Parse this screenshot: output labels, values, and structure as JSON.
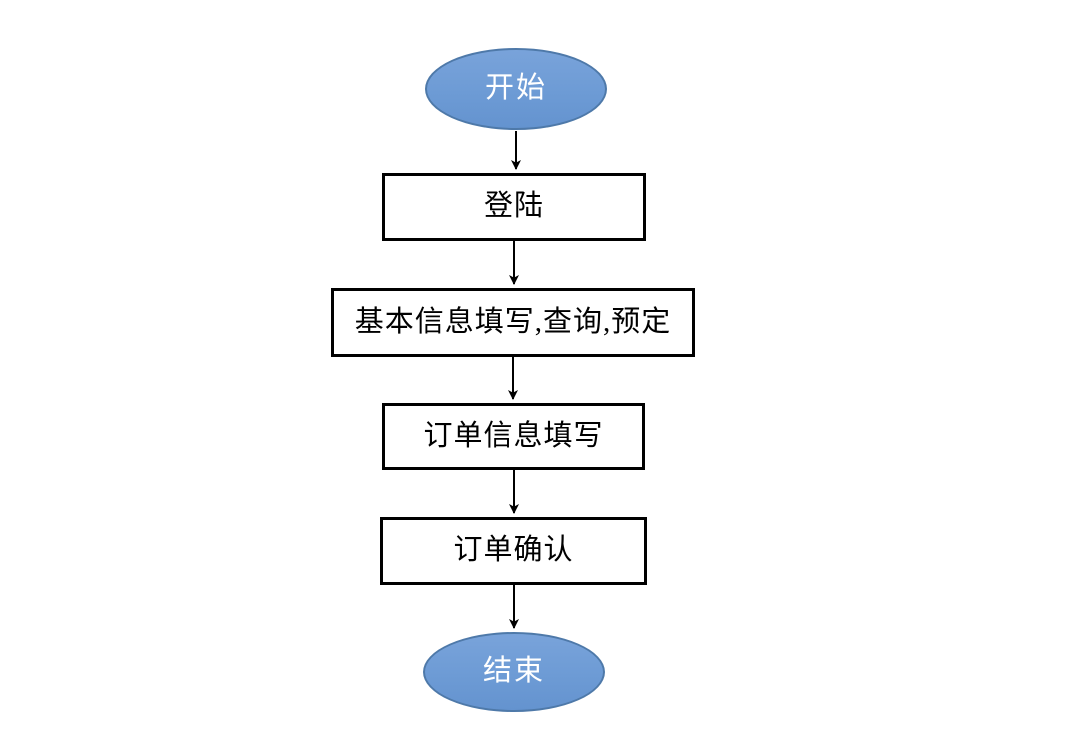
{
  "diagram": {
    "type": "flowchart",
    "direction": "top-down",
    "nodes": [
      {
        "id": "start",
        "shape": "ellipse",
        "label": "开始"
      },
      {
        "id": "login",
        "shape": "rectangle",
        "label": "登陆"
      },
      {
        "id": "basic-info",
        "shape": "rectangle",
        "label": "基本信息填写,查询,预定"
      },
      {
        "id": "order-info",
        "shape": "rectangle",
        "label": "订单信息填写"
      },
      {
        "id": "order-confirm",
        "shape": "rectangle",
        "label": "订单确认"
      },
      {
        "id": "end",
        "shape": "ellipse",
        "label": "结束"
      }
    ],
    "edges": [
      {
        "from": "start",
        "to": "login"
      },
      {
        "from": "login",
        "to": "basic-info"
      },
      {
        "from": "basic-info",
        "to": "order-info"
      },
      {
        "from": "order-info",
        "to": "order-confirm"
      },
      {
        "from": "order-confirm",
        "to": "end"
      }
    ],
    "colors": {
      "background": "#ffffff",
      "terminal_fill": "#6d9bd5",
      "terminal_border": "#4e79a9",
      "terminal_text": "#ffffff",
      "process_fill": "#ffffff",
      "process_border": "#000000",
      "process_text": "#000000",
      "arrow": "#000000"
    }
  }
}
